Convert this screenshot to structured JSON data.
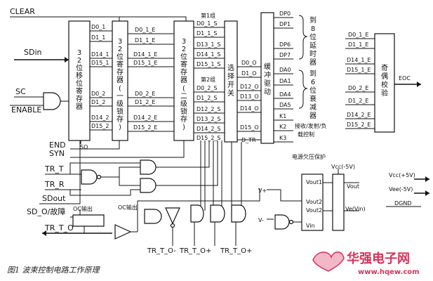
{
  "diagram": {
    "caption": "图1 波束控制电路工作原理",
    "inputs": {
      "clear": "CLEAR",
      "sdin": "SDin",
      "sc": "SC",
      "enable": "ENABLE",
      "end": "END",
      "syn": "SYN",
      "tr_t": "TR_T",
      "tr_r": "TR_R",
      "sdout": "SDout",
      "sd_o": "SD_O/故障",
      "tr_t_o": "TR_T_O"
    },
    "blocks": {
      "shift_reg": "32位移位寄存器",
      "latch1": "32位寄存器(一级锁存)",
      "latch2": "32位寄存器(二级锁存)",
      "switch": "选择开关",
      "buffer": "缓冲驱动",
      "parity": "奇偶校验",
      "psu": "电源欠压保护"
    },
    "shift_pins": [
      "D0_1",
      "D1_1",
      "D14_1",
      "D15_1",
      "D0_2",
      "D1_2",
      "D14_2",
      "D15_2"
    ],
    "so": "SO",
    "latch1_pins": [
      "D0_1_E",
      "D1_1_E",
      "D14_1_E",
      "D15_1_E",
      "D0_2_E",
      "D1_2_E",
      "D14_2_E",
      "D15_2_E"
    ],
    "latch2_pins": [
      "D0_1_S",
      "D1_1_S",
      "D13_1_S",
      "D14_1_S",
      "D15_1_S",
      "D0_2_S",
      "D1_2_S",
      "D12_2_S",
      "D13_2_S",
      "D14_2_S",
      "D15_2_S"
    ],
    "group1": "第1组",
    "group2": "第2组",
    "switch_out": [
      "D0_O",
      "D1_O",
      "D12_O",
      "D13_O",
      "D14_O",
      "D15_O",
      "D_TR"
    ],
    "buffer_out": [
      "DP0",
      "DP1",
      "DP6",
      "DP7",
      "DA0",
      "DA1",
      "DA4",
      "DA5",
      "K1",
      "K2",
      "K3"
    ],
    "to_delay": "到8位延时器",
    "to_atten": "到6位衰减器",
    "rx_ctrl": "接收/发射/负载控制",
    "parity_pins": [
      "D0_1_E",
      "D1_1_E",
      "D14_1_E",
      "D15_1_E",
      "D0_2_E",
      "D1_2_E",
      "D14_2_E",
      "D15_2_E"
    ],
    "eoc": "EOC",
    "oc1": "OC输出",
    "oc2": "OC输出",
    "bottom": [
      "TR_T_O-",
      "TR_T_O+",
      "TR_T_O+"
    ],
    "psu_labels": {
      "vcc5": "Vcc(-5V)",
      "vout1": "Vout1",
      "vin": "Vin",
      "vout2": "Vout2",
      "vout": "Vout",
      "vee": "Ve(Vin)",
      "vref": "Vout2",
      "vplus": "V+",
      "vminus": "V-"
    },
    "supplies": [
      "Vcc(+5V)",
      "Vee(-5V)",
      "DGND"
    ]
  },
  "watermark": {
    "brand": "华强电子网",
    "url": "www.hqew.com"
  }
}
